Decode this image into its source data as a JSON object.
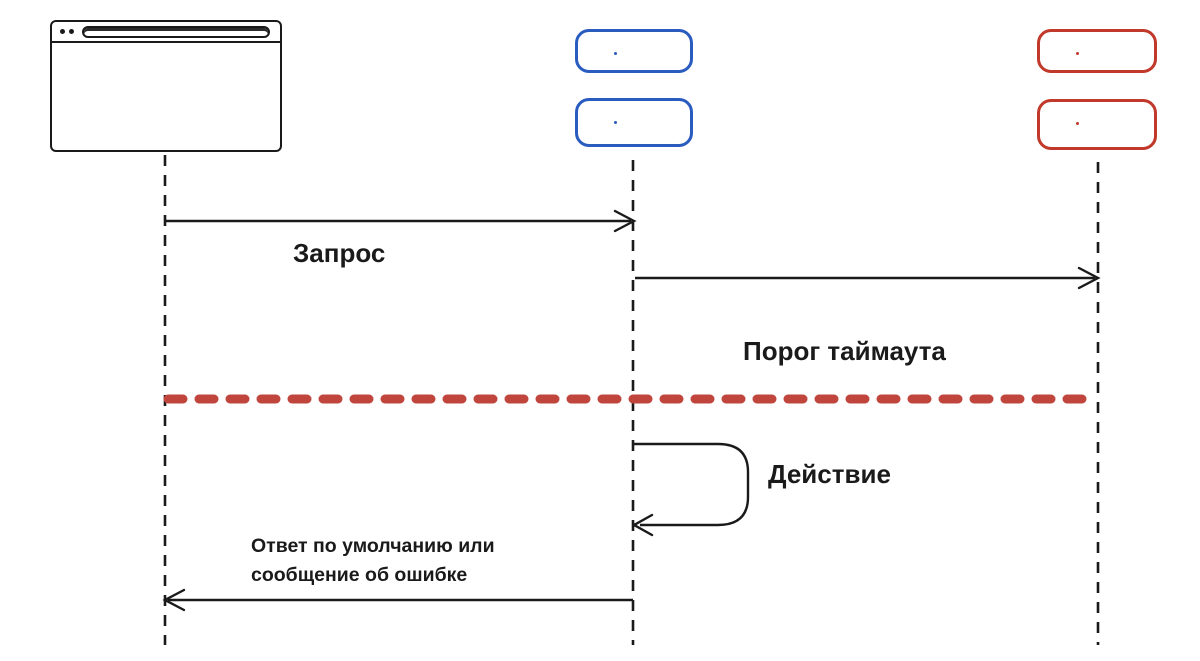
{
  "diagram": {
    "type": "sequence-diagram",
    "labels": {
      "request": "Запрос",
      "timeout_threshold": "Порог таймаута",
      "action": "Действие",
      "response": "Ответ по умолчанию или\nсообщение об ошибке"
    },
    "actors": [
      {
        "id": "client",
        "shape": "browser-window",
        "color": "#1a1a1a"
      },
      {
        "id": "service-node-1",
        "shape": "rounded-rect",
        "color": "#2a5cc0"
      },
      {
        "id": "service-node-2",
        "shape": "rounded-rect",
        "color": "#2a5cc0"
      },
      {
        "id": "external-node-1",
        "shape": "rounded-rect",
        "color": "#c0392b"
      },
      {
        "id": "external-node-2",
        "shape": "rounded-rect",
        "color": "#c0392b"
      }
    ],
    "messages": [
      {
        "label": "Запрос",
        "from": "client",
        "to": "service",
        "style": "solid-arrow"
      },
      {
        "label": "",
        "from": "service",
        "to": "external",
        "style": "solid-arrow"
      },
      {
        "label": "Порог таймаута",
        "style": "thick-red-dashed-line",
        "color": "#c0453c"
      },
      {
        "label": "Действие",
        "from": "service",
        "to": "service",
        "style": "self-loop-arrow"
      },
      {
        "label": "Ответ по умолчанию или\nсообщение об ошибке",
        "from": "service",
        "to": "client",
        "style": "solid-arrow"
      }
    ],
    "colors": {
      "ink": "#1a1a1a",
      "blue_node": "#2a5cc0",
      "red_node": "#c0392b",
      "threshold_line": "#c0453c"
    }
  }
}
